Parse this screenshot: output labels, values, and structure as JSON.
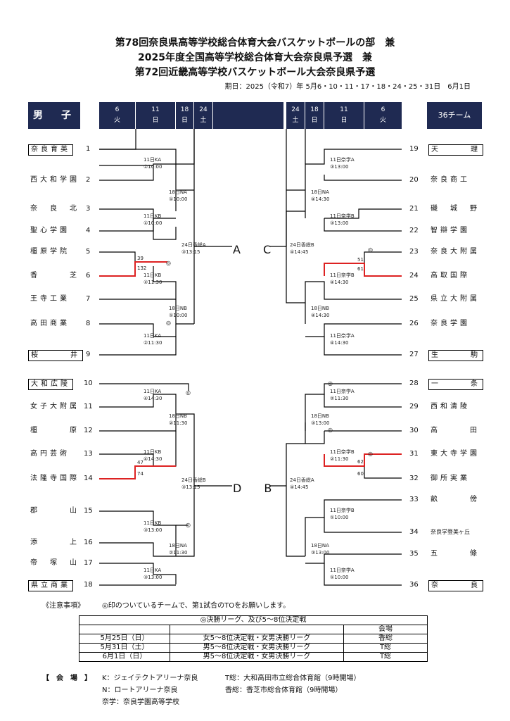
{
  "title": {
    "line1": "第78回奈良県高等学校総合体育大会バスケットボールの部　兼",
    "line2": "2025年度全国高等学校総合体育大会奈良県予選　兼",
    "line3": "第72回近畿高等学校バスケットボール大会奈良県予選",
    "period": "期日：2025（令和7）年 5月6・10・11・17・18・24・25・31日　6月1日"
  },
  "header": {
    "left_label": "男　子",
    "right_label": "36チーム",
    "left_dates": [
      [
        "6",
        "火"
      ],
      [
        "11",
        "日"
      ],
      [
        "18",
        "日"
      ],
      [
        "24",
        "土"
      ]
    ],
    "right_dates": [
      [
        "24",
        "土"
      ],
      [
        "18",
        "日"
      ],
      [
        "11",
        "日"
      ],
      [
        "6",
        "火"
      ]
    ]
  },
  "left_teams": [
    {
      "n": "1",
      "name": "奈良育英",
      "boxed": true
    },
    {
      "n": "2",
      "name": "西大和学園",
      "boxed": false
    },
    {
      "n": "3",
      "name": "奈　良　北",
      "boxed": false
    },
    {
      "n": "4",
      "name": "聖心学園",
      "boxed": false
    },
    {
      "n": "5",
      "name": "橿原学院",
      "boxed": false
    },
    {
      "n": "6",
      "name": "香　　　芝",
      "boxed": false
    },
    {
      "n": "7",
      "name": "王寺工業",
      "boxed": false
    },
    {
      "n": "8",
      "name": "高田商業",
      "boxed": false
    },
    {
      "n": "9",
      "name": "桜　　　井",
      "boxed": true
    },
    {
      "n": "10",
      "name": "大和広陵",
      "boxed": true
    },
    {
      "n": "11",
      "name": "女子大附属",
      "boxed": false
    },
    {
      "n": "12",
      "name": "橿　　　原",
      "boxed": false
    },
    {
      "n": "13",
      "name": "高円芸術",
      "boxed": false
    },
    {
      "n": "14",
      "name": "法隆寺国際",
      "boxed": false
    },
    {
      "n": "15",
      "name": "郡　　　山",
      "boxed": false
    },
    {
      "n": "16",
      "name": "添　　　上",
      "boxed": false
    },
    {
      "n": "17",
      "name": "帝　塚　山",
      "boxed": false
    },
    {
      "n": "18",
      "name": "県立商業",
      "boxed": true
    }
  ],
  "right_teams": [
    {
      "n": "19",
      "name": "天　　　理",
      "boxed": true
    },
    {
      "n": "20",
      "name": "奈良商工",
      "boxed": false
    },
    {
      "n": "21",
      "name": "磯　城　野",
      "boxed": false
    },
    {
      "n": "22",
      "name": "智辯学園",
      "boxed": false
    },
    {
      "n": "23",
      "name": "奈良大附属",
      "boxed": false
    },
    {
      "n": "24",
      "name": "高取国際",
      "boxed": false
    },
    {
      "n": "25",
      "name": "県立大附属",
      "boxed": false
    },
    {
      "n": "26",
      "name": "奈良学園",
      "boxed": false
    },
    {
      "n": "27",
      "name": "生　　　駒",
      "boxed": true
    },
    {
      "n": "28",
      "name": "一　　　条",
      "boxed": true
    },
    {
      "n": "29",
      "name": "西和清陵",
      "boxed": false
    },
    {
      "n": "30",
      "name": "高　　　田",
      "boxed": false
    },
    {
      "n": "31",
      "name": "東大寺学園",
      "boxed": false
    },
    {
      "n": "32",
      "name": "御所実業",
      "boxed": false
    },
    {
      "n": "33",
      "name": "畝　　　傍",
      "boxed": false
    },
    {
      "n": "34",
      "name": "奈良学登美ヶ丘",
      "boxed": false
    },
    {
      "n": "35",
      "name": "五　　　條",
      "boxed": false
    },
    {
      "n": "36",
      "name": "奈　　　良",
      "boxed": true
    }
  ],
  "matches": {
    "l1": [
      "11日KA",
      "①10:00"
    ],
    "l2": [
      "18日NA",
      "①10:00"
    ],
    "l3": [
      "11日KB",
      "①10:00"
    ],
    "l4": [
      "11日KB",
      "②11:30"
    ],
    "l5": [
      "18日NB",
      "①10:00"
    ],
    "l6": [
      "11日KA",
      "②11:30"
    ],
    "l7": [
      "24日香総A",
      "③13:15"
    ],
    "l8": [
      "11日KA",
      "④14:30"
    ],
    "l9": [
      "18日NB",
      "②11:30"
    ],
    "l10": [
      "11日KB",
      "④14:30"
    ],
    "l11": [
      "24日香総B",
      "③13:15"
    ],
    "l12": [
      "11日KB",
      "③13:00"
    ],
    "l13": [
      "18日NA",
      "②11:30"
    ],
    "l14": [
      "11日KA",
      "③13:00"
    ],
    "r1": [
      "11日奈学A",
      "③13:00"
    ],
    "r2": [
      "18日NA",
      "④14:30"
    ],
    "r3": [
      "11日奈学B",
      "③13:00"
    ],
    "r4": [
      "24日香総B",
      "④14:45"
    ],
    "r5": [
      "11日奈学B",
      "④14:30"
    ],
    "r6": [
      "18日NB",
      "④14:30"
    ],
    "r7": [
      "11日奈学A",
      "④14:30"
    ],
    "r8": [
      "11日奈学A",
      "②11:30"
    ],
    "r9": [
      "18日NB",
      "③13:00"
    ],
    "r10": [
      "11日奈学B",
      "②11:30"
    ],
    "r11": [
      "24日香総A",
      "④14:45"
    ],
    "r12": [
      "11日奈学B",
      "①10:00"
    ],
    "r13": [
      "18日NA",
      "③13:00"
    ],
    "r14": [
      "11日奈学A",
      "①10:00"
    ]
  },
  "scores": {
    "s39": "39",
    "s132": "132",
    "s51": "51",
    "s61": "61",
    "s47": "47",
    "s74": "74",
    "s62": "62",
    "s60": "60"
  },
  "circle_mark": "◎",
  "finals": {
    "ac": "A　C",
    "db": "D　B"
  },
  "notice": {
    "label": "《注意事項》",
    "text": "◎印のついているチームで、第1試合のTOをお願いします。"
  },
  "schedule": {
    "title": "◎決勝リーグ、及び5～8位決定戦",
    "venue_header": "会場",
    "rows": [
      [
        "5月25日（日）",
        "女5～8位決定戦・女男決勝リーグ",
        "香総"
      ],
      [
        "5月31日（土）",
        "男5～8位決定戦・女男決勝リーグ",
        "T総"
      ],
      [
        "6月1日（日）",
        "男5～8位決定戦・女男決勝リーグ",
        "T総"
      ]
    ]
  },
  "venues": {
    "label": "【　会　場　】",
    "k": "K：ジェイテクトアリーナ奈良",
    "n": "N：ロートアリーナ奈良",
    "nara": "奈学：奈良学園高等学校",
    "t": "T総：大和高田市立総合体育館（9時開場）",
    "kaso": "香総：香芝市総合体育館（9時開場）"
  }
}
